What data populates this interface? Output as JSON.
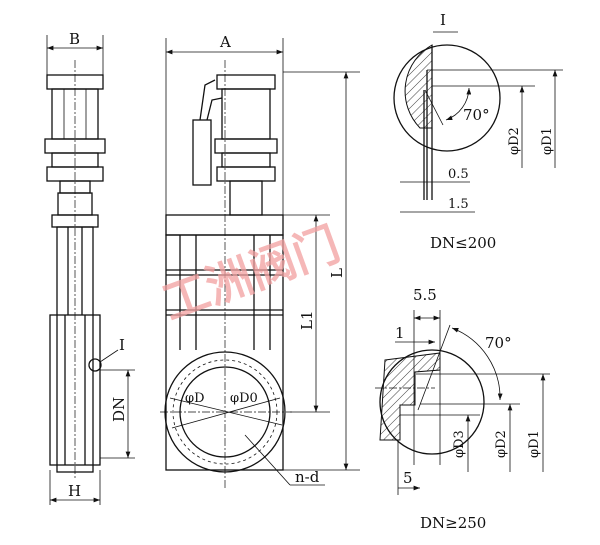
{
  "side_view": {
    "width_label": "B",
    "height_label": "H",
    "dn_label": "DN",
    "detail_marker": "I"
  },
  "front_view": {
    "width_label": "A",
    "length_label": "L",
    "length1_label": "L1",
    "flange_dia": "φD",
    "bolt_circle_dia": "φD0",
    "bolt_holes": "n-d"
  },
  "detail_small": {
    "title": "I",
    "angle": "70°",
    "dim_inner": "φD2",
    "dim_outer": "φD1",
    "gap1": "0.5",
    "gap2": "1.5",
    "condition": "DN≤200"
  },
  "detail_large": {
    "angle": "70°",
    "top_dim": "5.5",
    "small_dim": "1",
    "bottom_dim": "5",
    "dim3": "φD3",
    "dim2": "φD2",
    "dim1": "φD1",
    "condition": "DN≥250"
  },
  "watermark": "工洲阀门"
}
